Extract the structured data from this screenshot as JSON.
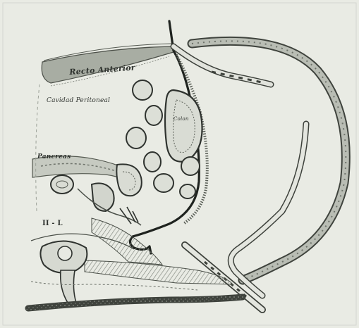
{
  "labels": {
    "recto_anterior": "Recto Anterior",
    "cavidad_peritoneal": "Cavidad Peritoneal",
    "colon": "Colon",
    "pancreas": "Pancreas",
    "ii_l": "II - L"
  },
  "colors": {
    "paper": "#e9ebe4",
    "ink": "#2f332f",
    "tissue": "#b9bdb4",
    "tissue_dark": "#7b8078",
    "hatch": "#8c9189"
  }
}
